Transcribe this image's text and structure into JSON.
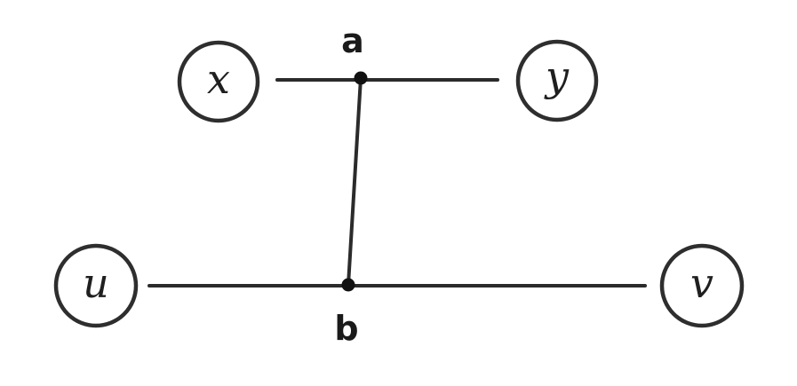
{
  "nodes": {
    "x": "x",
    "y": "y",
    "u": "u",
    "v": "v"
  },
  "points": {
    "a": "a",
    "b": "b"
  },
  "colors": {
    "stroke": "#2b2b2b",
    "background": "#ffffff"
  }
}
